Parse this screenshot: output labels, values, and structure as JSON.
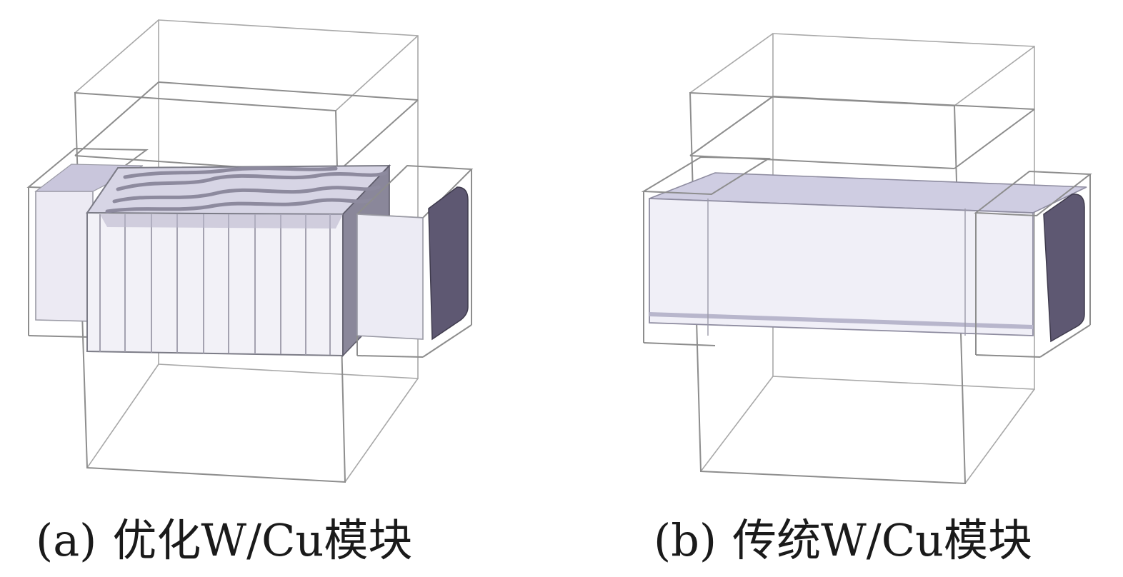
{
  "figure": {
    "panels": [
      {
        "id": "a",
        "label": "(a)",
        "title": "优化W/Cu模块"
      },
      {
        "id": "b",
        "label": "(b)",
        "title": "传统W/Cu模块"
      }
    ]
  }
}
